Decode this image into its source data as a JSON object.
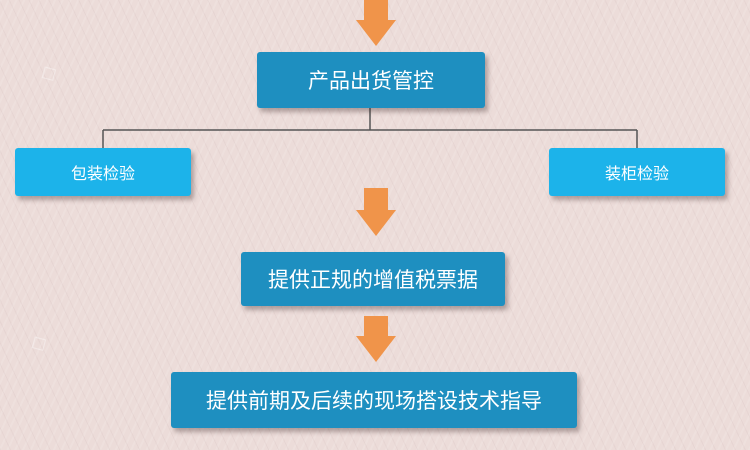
{
  "diagram": {
    "node_product_control": "产品出货管控",
    "node_packing_inspection": "包装检验",
    "node_container_inspection": "装柜检验",
    "node_vat_invoice": "提供正规的增值税票据",
    "node_tech_guidance": "提供前期及后续的现场搭设技术指导"
  },
  "colors": {
    "main_box": "#1e8fc0",
    "side_box": "#1cb3ea",
    "arrow": "#f0944a",
    "connector": "#555555"
  }
}
